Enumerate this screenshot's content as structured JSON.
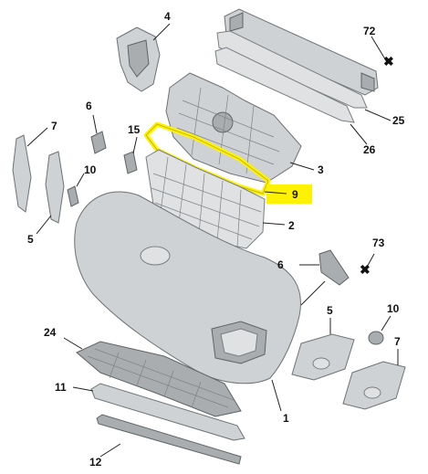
{
  "diagram": {
    "labels": {
      "p1": "1",
      "p2": "2",
      "p3": "3",
      "p4": "4",
      "p5a": "5",
      "p5b": "5",
      "p6a": "6",
      "p6b": "6",
      "p7a": "7",
      "p7b": "7",
      "p9": "9",
      "p10a": "10",
      "p10b": "10",
      "p11": "11",
      "p12": "12",
      "p15": "15",
      "p24": "24",
      "p25": "25",
      "p26": "26",
      "p72": "72",
      "p73": "73"
    },
    "colors": {
      "highlight": "#fff200",
      "highlight_outline": "#f5e400",
      "part_fill": "#cfd2d4",
      "part_stroke": "#6d7275",
      "label_text": "#111111"
    }
  }
}
